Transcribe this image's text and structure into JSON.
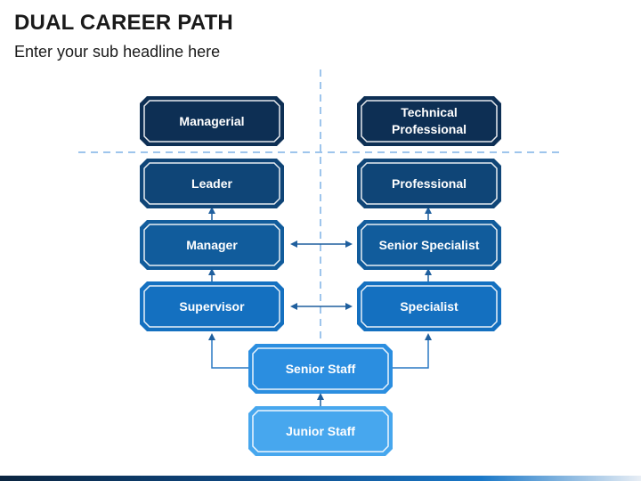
{
  "title": "DUAL CAREER PATH",
  "subtitle": "Enter your sub headline here",
  "boxes": {
    "managerial": "Managerial",
    "technical": "Technical\nProfessional",
    "leader": "Leader",
    "professional": "Professional",
    "manager": "Manager",
    "senior_specialist": "Senior Specialist",
    "supervisor": "Supervisor",
    "specialist": "Specialist",
    "senior_staff": "Senior Staff",
    "junior_staff": "Junior Staff"
  },
  "colors": {
    "level_1": "#0d2f54",
    "level_2": "#0f4577",
    "level_3": "#115c9c",
    "level_4": "#1470c0",
    "senior_staff": "#2b8ee0",
    "junior_staff": "#47a7ee",
    "connector": "#2a78c4",
    "divider": "#7fb2e5"
  }
}
